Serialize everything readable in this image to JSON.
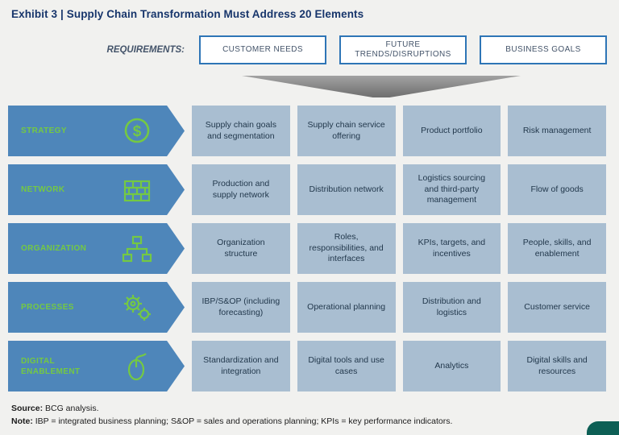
{
  "title": "Exhibit 3 | Supply Chain Transformation Must Address 20 Elements",
  "requirements": {
    "label": "REQUIREMENTS:",
    "boxes": [
      "CUSTOMER NEEDS",
      "FUTURE TRENDS/DISRUPTIONS",
      "BUSINESS GOALS"
    ]
  },
  "rows": [
    {
      "label": "STRATEGY",
      "icon": "dollar-coin-icon",
      "cells": [
        "Supply chain goals and segmentation",
        "Supply chain service offering",
        "Product portfolio",
        "Risk management"
      ]
    },
    {
      "label": "NETWORK",
      "icon": "brick-wall-icon",
      "cells": [
        "Production and supply network",
        "Distribution network",
        "Logistics sourcing and third-party management",
        "Flow of goods"
      ]
    },
    {
      "label": "ORGANIZATION",
      "icon": "org-chart-icon",
      "cells": [
        "Organization structure",
        "Roles, responsibilities, and interfaces",
        "KPIs, targets, and incentives",
        "People, skills, and enablement"
      ]
    },
    {
      "label": "PROCESSES",
      "icon": "gears-icon",
      "cells": [
        "IBP/S&OP (including forecasting)",
        "Operational planning",
        "Distribution and logistics",
        "Customer service"
      ]
    },
    {
      "label": "DIGITAL ENABLEMENT",
      "icon": "computer-mouse-icon",
      "cells": [
        "Standardization and integration",
        "Digital tools and use cases",
        "Analytics",
        "Digital skills and resources"
      ]
    }
  ],
  "footer": {
    "source_label": "Source:",
    "source_text": "BCG analysis.",
    "note_label": "Note:",
    "note_text": "IBP = integrated business planning; S&OP = sales and operations planning; KPIs = key performance indicators."
  },
  "colors": {
    "title-blue": "#17356b",
    "arrow-blue": "#4e86ba",
    "accent-green": "#74c943",
    "cell-bg": "#a9bed1",
    "cell-text": "#22384c",
    "req-border": "#2e75b6",
    "req-text": "#44546a",
    "funnel-gray": "#8c8c8c",
    "page-bg": "#f1f1ef",
    "corner-teal": "#0d5f55"
  }
}
